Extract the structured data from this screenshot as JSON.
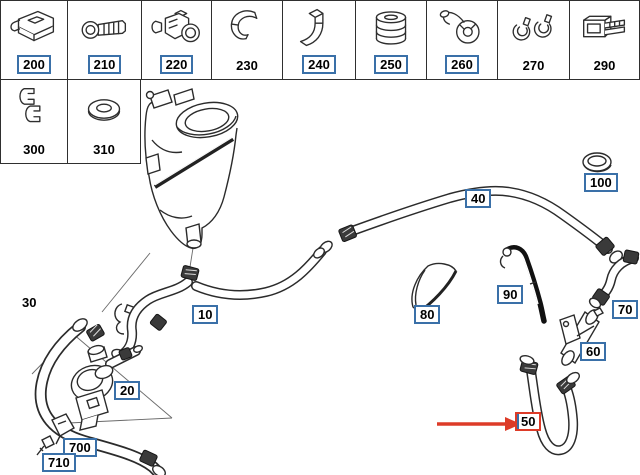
{
  "colors": {
    "link_box_border": "#3a70a8",
    "highlight_border": "#dd3b28",
    "arrow_color": "#dd3b28",
    "line_art": "#2b2b2b",
    "background": "#ffffff"
  },
  "grid": {
    "rows": [
      {
        "cells": [
          {
            "number": "200",
            "linked": true,
            "part_icon": "bracket-with-clip-icon"
          },
          {
            "number": "210",
            "linked": true,
            "part_icon": "screw-icon"
          },
          {
            "number": "220",
            "linked": true,
            "part_icon": "mount-with-clamps-icon"
          },
          {
            "number": "230",
            "linked": false,
            "part_icon": "spring-clip-icon"
          },
          {
            "number": "240",
            "linked": true,
            "part_icon": "angled-clip-icon"
          },
          {
            "number": "250",
            "linked": true,
            "part_icon": "grommet-stack-icon"
          },
          {
            "number": "260",
            "linked": true,
            "part_icon": "retainer-with-clip-icon"
          },
          {
            "number": "270",
            "linked": false,
            "part_icon": "clamp-pair-icon"
          },
          {
            "number": "290",
            "linked": false,
            "part_icon": "ratchet-clamp-icon"
          }
        ]
      },
      {
        "cells": [
          {
            "number": "300",
            "linked": false,
            "part_icon": "clip-pair-icon"
          },
          {
            "number": "310",
            "linked": false,
            "part_icon": "washer-icon"
          }
        ]
      }
    ]
  },
  "diagram": {
    "labels": [
      {
        "number": "30",
        "linked": false
      },
      {
        "number": "10",
        "linked": true
      },
      {
        "number": "20",
        "linked": true
      },
      {
        "number": "700",
        "linked": true
      },
      {
        "number": "710",
        "linked": true
      },
      {
        "number": "40",
        "linked": true
      },
      {
        "number": "80",
        "linked": true
      },
      {
        "number": "90",
        "linked": true
      },
      {
        "number": "100",
        "linked": true
      },
      {
        "number": "70",
        "linked": true
      },
      {
        "number": "60",
        "linked": true
      },
      {
        "number": "50",
        "linked": true,
        "highlighted": true
      }
    ],
    "highlight": {
      "part_number": "50",
      "arrow_direction": "right"
    }
  }
}
